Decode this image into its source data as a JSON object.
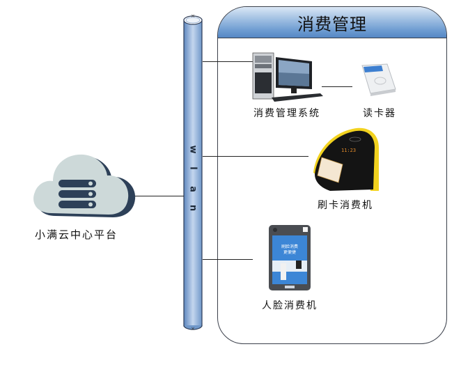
{
  "panel": {
    "title": "消费管理"
  },
  "network": {
    "letters": [
      "w",
      "l",
      "a",
      "n"
    ]
  },
  "cloud": {
    "label": "小满云中心平台"
  },
  "devices": [
    {
      "id": "pc",
      "label": "消费管理系统"
    },
    {
      "id": "card-reader",
      "label": "读卡器"
    },
    {
      "id": "card-pos",
      "label": "刷卡消费机"
    },
    {
      "id": "face-terminal",
      "label": "人脸消费机",
      "screen_text": [
        "刷脸消费",
        "更便捷"
      ]
    }
  ],
  "colors": {
    "header_blue": "#5587c4",
    "pipe_blue": "#8fb1da",
    "cloud_light": "#cdd9d9",
    "cloud_dark": "#2d4058",
    "pos_yellow": "#f2d21f"
  }
}
